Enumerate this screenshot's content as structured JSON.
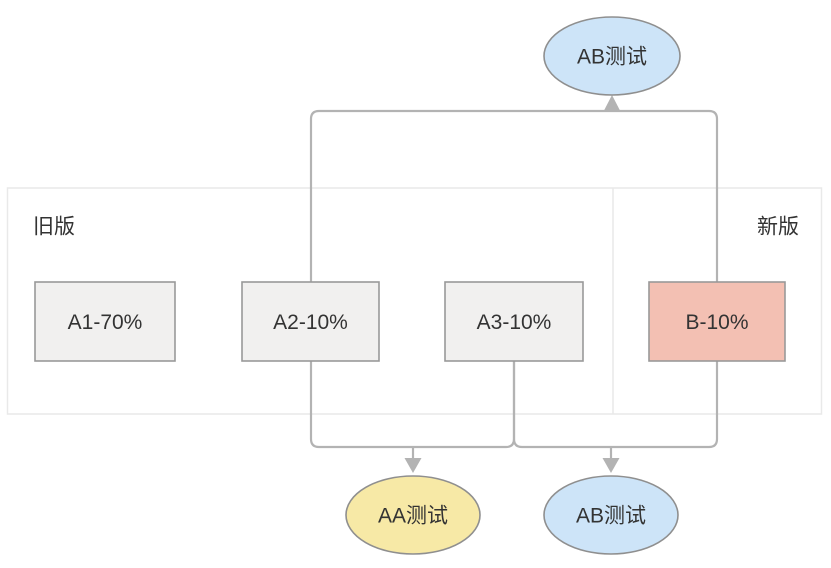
{
  "diagram": {
    "top_node": {
      "label": "AB测试"
    },
    "container": {
      "old_label": "旧版",
      "new_label": "新版"
    },
    "boxes": [
      {
        "label": "A1-70%"
      },
      {
        "label": "A2-10%"
      },
      {
        "label": "A3-10%"
      },
      {
        "label": "B-10%"
      }
    ],
    "bottom_nodes": [
      {
        "label": "AA测试"
      },
      {
        "label": "AB测试"
      }
    ],
    "edges": [
      {
        "from": "A2-10%",
        "to": "AB测试 (top)"
      },
      {
        "from": "B-10%",
        "to": "AB测试 (top)"
      },
      {
        "from": "A2-10%",
        "to": "AA测试"
      },
      {
        "from": "A3-10%",
        "to": "AA测试"
      },
      {
        "from": "A3-10%",
        "to": "AB测试 (bottom)"
      },
      {
        "from": "B-10%",
        "to": "AB测试 (bottom)"
      }
    ],
    "colors": {
      "node_blue": "#cde4f8",
      "node_yellow": "#f7e9a6",
      "box_red": "#f3c0b3",
      "box_gray": "#f1f0ef",
      "box_border": "#999999",
      "ellipse_border": "#8f8f8f",
      "connector": "#b3b3b3",
      "container_border": "#e9e9e9",
      "text": "#333333",
      "background": "#ffffff"
    }
  }
}
